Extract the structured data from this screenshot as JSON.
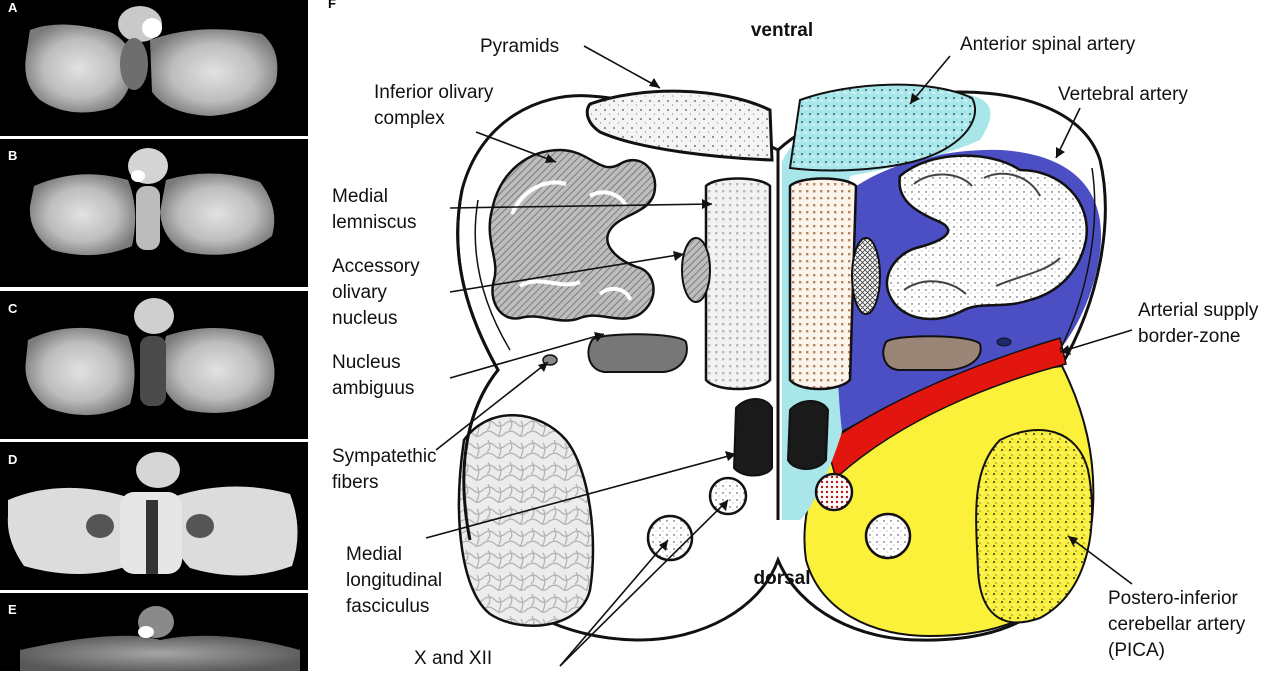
{
  "panels": {
    "mri_letters": [
      "A",
      "B",
      "C",
      "D",
      "E"
    ],
    "diagram_letter": "F"
  },
  "orientation": {
    "top": "ventral",
    "bottom": "dorsal"
  },
  "labels_left": {
    "pyramids": [
      "Pyramids"
    ],
    "inferior_olivary_complex": [
      "Inferior olivary",
      "complex"
    ],
    "medial_lemniscus": [
      "Medial",
      "lemniscus"
    ],
    "accessory_olivary_nucleus": [
      "Accessory",
      "olivary",
      "nucleus"
    ],
    "nucleus_ambiguus": [
      "Nucleus",
      "ambiguus"
    ],
    "sympathetic_fibers": [
      "Sympatethic",
      "fibers"
    ],
    "medial_longitudinal_fasciculus": [
      "Medial",
      "longitudinal",
      "fasciculus"
    ],
    "cranial_nerve_nuclei": [
      "X and XII"
    ]
  },
  "labels_right": {
    "anterior_spinal_artery": [
      "Anterior spinal artery"
    ],
    "vertebral_artery": [
      "Vertebral artery"
    ],
    "border_zone": [
      "Arterial supply",
      "border-zone"
    ],
    "pica": [
      "Postero-inferior",
      "cerebellar artery",
      "(PICA)"
    ]
  },
  "colors": {
    "anterior_spinal_artery": "#a8e6ea",
    "vertebral_artery": "#4c4fc4",
    "border_zone": "#e3160f",
    "pica": "#fbf03a"
  }
}
